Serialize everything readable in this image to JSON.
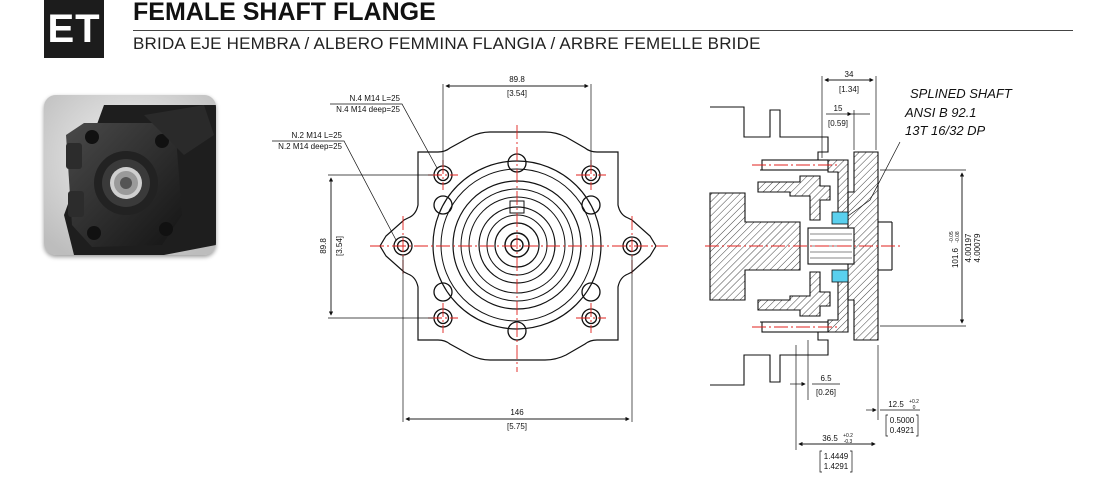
{
  "header": {
    "badge": "ET",
    "title": "FEMALE SHAFT FLANGE",
    "subtitle": "BRIDA EJE HEMBRA / ALBERO FEMMINA FLANGIA / ARBRE FEMELLE BRIDE"
  },
  "front_view": {
    "top_dim": "89.8",
    "top_dim_in": "[3.54]",
    "side_dim": "89.8",
    "side_dim_in": "[3.54]",
    "bottom_dim": "146",
    "bottom_dim_in": "[5.75]",
    "note_n4_line1": "N.4 M14 L=25",
    "note_n4_line2": "N.4 M14 deep=25",
    "note_n2_line1": "N.2 M14 L=25",
    "note_n2_line2": "N.2 M14 deep=25"
  },
  "side_view": {
    "dim_34": "34",
    "dim_34_in": "[1.34]",
    "dim_15": "15",
    "dim_15_in": "[0.59]",
    "spline_title": "SPLINED SHAFT",
    "spline_std": "ANSI B 92.1",
    "spline_spec": "13T 16/32 DP",
    "dim_101": "101.6",
    "dim_101_tol_top": "-0.05",
    "dim_101_tol_bot": "-0.08",
    "dim_101_in_top": "4.00197",
    "dim_101_in_bot": "4.00079",
    "dim_6_5": "6.5",
    "dim_6_5_in": "[0.26]",
    "dim_12_5": "12.5",
    "dim_12_5_tol_top": "+0.2",
    "dim_12_5_tol_bot": "0",
    "dim_12_5_in_top": "0.5000",
    "dim_12_5_in_bot": "0.4921",
    "dim_36_5": "36.5",
    "dim_36_5_tol_top": "+0.2",
    "dim_36_5_tol_bot": "-0.3",
    "dim_36_5_in_top": "1.4449",
    "dim_36_5_in_bot": "1.4291"
  },
  "colors": {
    "centerline": "#e0201c",
    "hatch": "#555555",
    "accent_blue": "#5ad0ee"
  }
}
